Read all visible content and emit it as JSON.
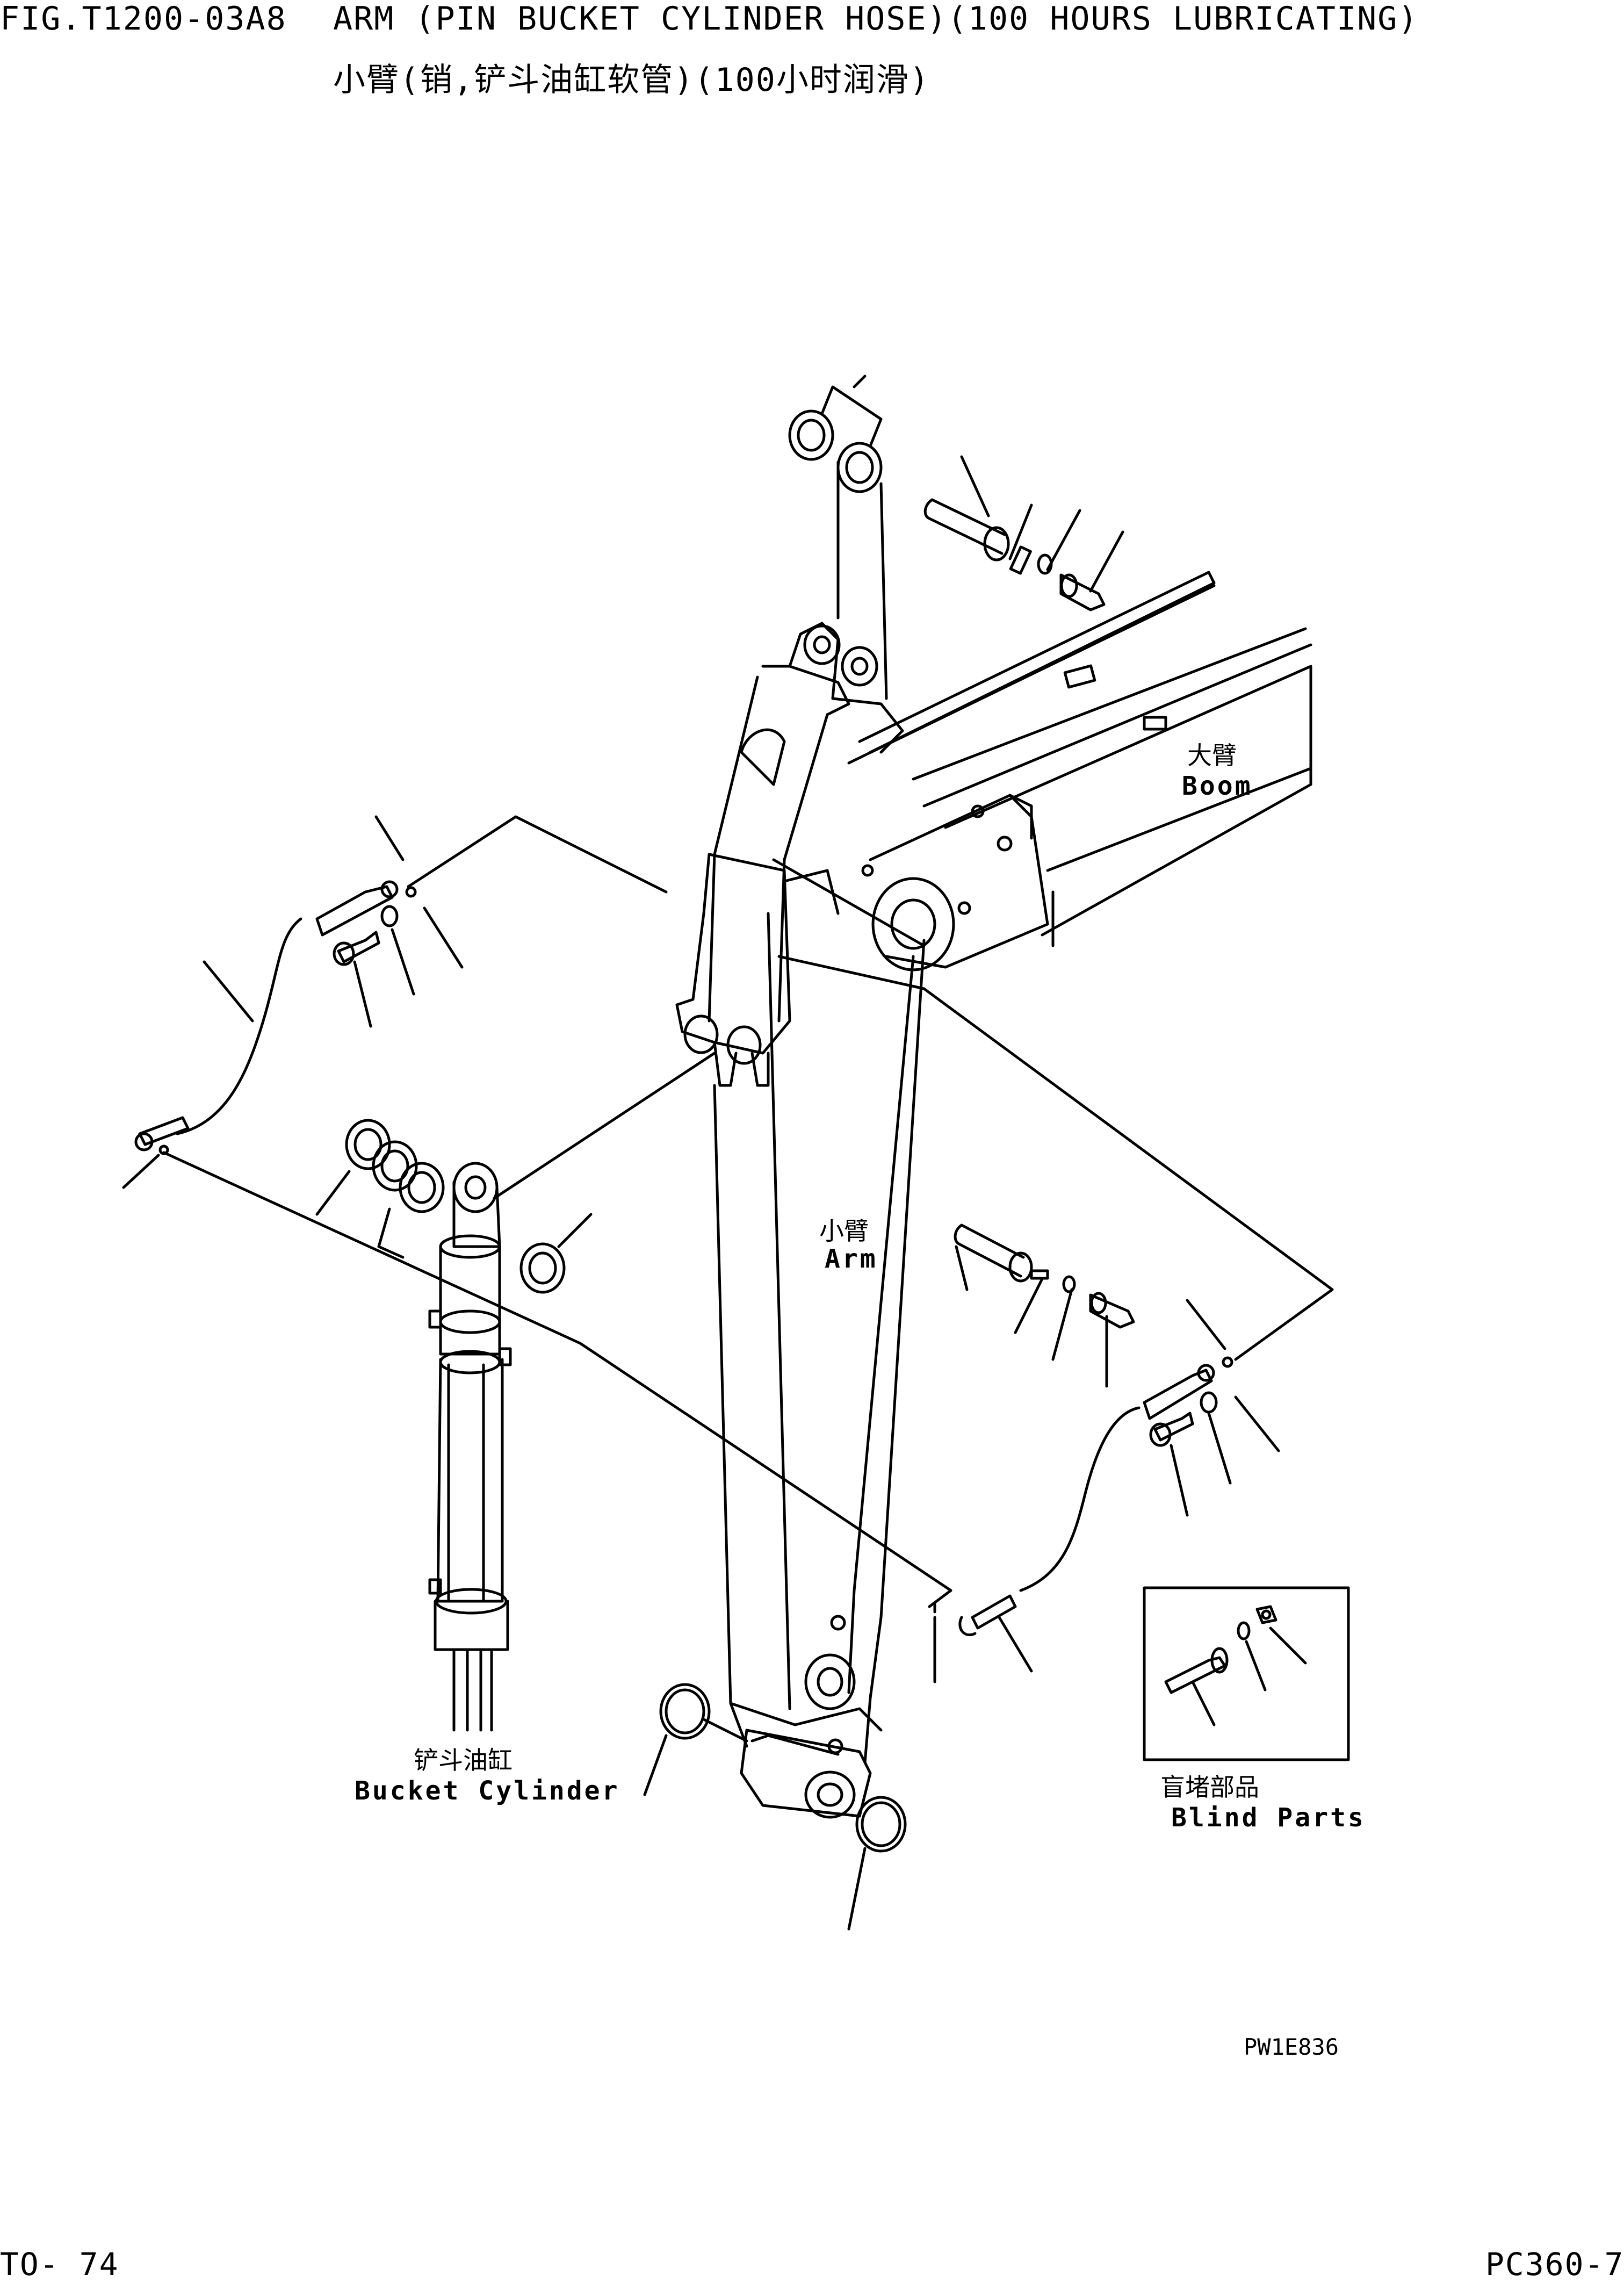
{
  "header": {
    "fig_code": "FIG.T1200-03A8",
    "title_en": "ARM (PIN BUCKET CYLINDER HOSE)(100 HOURS LUBRICATING)",
    "title_cn": "小臂(销,铲斗油缸软管)(100小时润滑)"
  },
  "parts": {
    "boom": {
      "cn": "大臂",
      "en": "Boom"
    },
    "arm": {
      "cn": "小臂",
      "en": "Arm"
    },
    "bucket_cylinder": {
      "cn": "铲斗油缸",
      "en": "Bucket Cylinder"
    },
    "blind_parts": {
      "cn": "盲堵部品",
      "en": "Blind Parts"
    }
  },
  "drawing_code": "PW1E836",
  "footer": {
    "page_number": "TO-  74",
    "model": "PC360-7"
  },
  "colors": {
    "line": "#000000",
    "background": "#ffffff"
  }
}
